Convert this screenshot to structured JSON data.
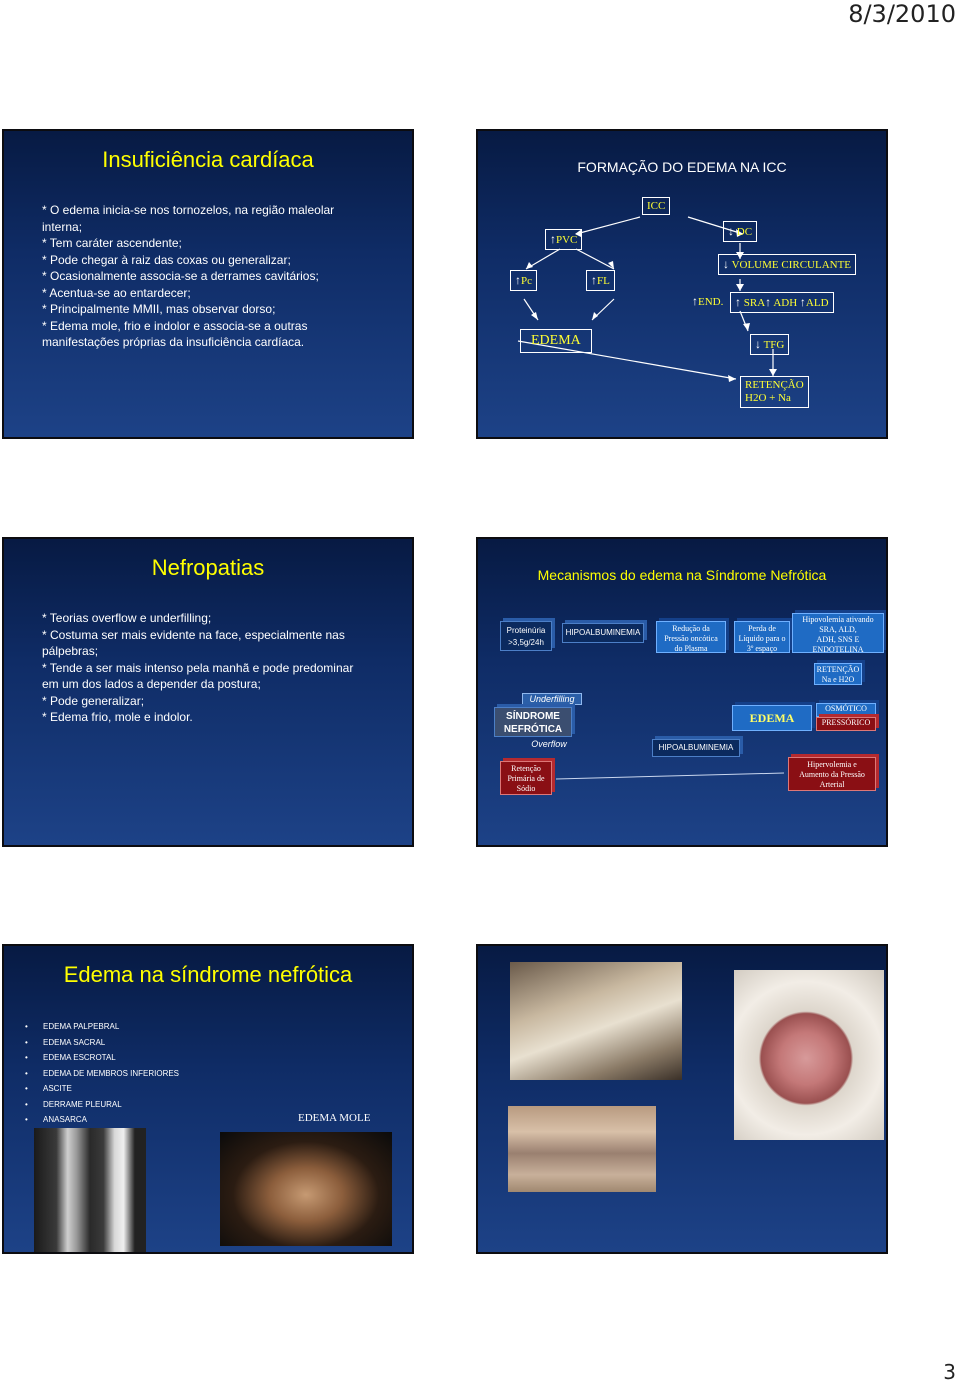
{
  "header": {
    "date": "8/3/2010"
  },
  "footer": {
    "page_number": "3"
  },
  "slide1": {
    "title": "Insuficiência cardíaca",
    "lines": [
      "* O edema inicia-se nos tornozelos, na região maleolar",
      "interna;",
      "* Tem caráter ascendente;",
      "* Pode chegar à raiz das coxas ou generalizar;",
      "* Ocasionalmente associa-se a derrames cavitários;",
      "* Acentua-se ao entardecer;",
      "* Principalmente MMII, mas observar dorso;",
      "* Edema mole, frio e indolor e associa-se a outras",
      "manifestações próprias da insuficiência cardíaca."
    ]
  },
  "slide2": {
    "title": "FORMAÇÃO DO EDEMA NA ICC",
    "nodes": {
      "icc": "ICC",
      "pvc": "PVC",
      "pc": "Pc",
      "fl": "FL",
      "edema": "EDEMA",
      "dc": "DC",
      "volume": "VOLUME CIRCULANTE",
      "end": "END.",
      "sra": "SRA",
      "adh": "ADH",
      "ald": "ALD",
      "tfg": "TFG",
      "retencao1": "RETENÇÃO",
      "retencao2": "H2O + Na"
    }
  },
  "slide3": {
    "title": "Nefropatias",
    "lines": [
      "* Teorias overflow e underfilling;",
      "* Costuma ser mais evidente na face, especialmente nas",
      "pálpebras;",
      "* Tende a ser mais intenso pela manhã e pode predominar",
      "em um dos lados a depender da postura;",
      "* Pode generalizar;",
      "* Edema frio, mole e indolor."
    ]
  },
  "slide4": {
    "title": "Mecanismos do edema na Síndrome Nefrótica",
    "proteinuria": [
      "Proteinúria",
      ">3,5g/24h"
    ],
    "hipoalb1": "HIPOALBUMINEMIA",
    "reducao": [
      "Redução da",
      "Pressão oncótica",
      "do Plasma"
    ],
    "perda": [
      "Perda de",
      "Líquido para o",
      "3º espaço"
    ],
    "hipovolemia": [
      "Hipovolemia ativando",
      "SRA, ALD,",
      "ADH, SNS E",
      "ENDOTELINA"
    ],
    "retencao_na": [
      "RETENÇÃO",
      "Na e H2O"
    ],
    "underfilling": "Underfilling",
    "sindrome": [
      "SÍNDROME",
      "NEFRÓTICA"
    ],
    "overflow": "Overflow",
    "edema": "EDEMA",
    "osmotico": "OSMÓTICO",
    "pressorico": "PRESSÓRICO",
    "hipoalb2": "HIPOALBUMINEMIA",
    "retencao_sodio": [
      "Retenção",
      "Primária de",
      "Sódio"
    ],
    "hipervolemia": [
      "Hipervolemia e",
      "Aumento da Pressão",
      "Arterial"
    ]
  },
  "slide5": {
    "title": "Edema na síndrome nefrótica",
    "bullets": [
      "EDEMA PALPEBRAL",
      "EDEMA SACRAL",
      "EDEMA ESCROTAL",
      "EDEMA DE MEMBROS INFERIORES",
      "ASCITE",
      "DERRAME PLEURAL",
      "ANASARCA"
    ],
    "caption": "EDEMA MOLE"
  }
}
